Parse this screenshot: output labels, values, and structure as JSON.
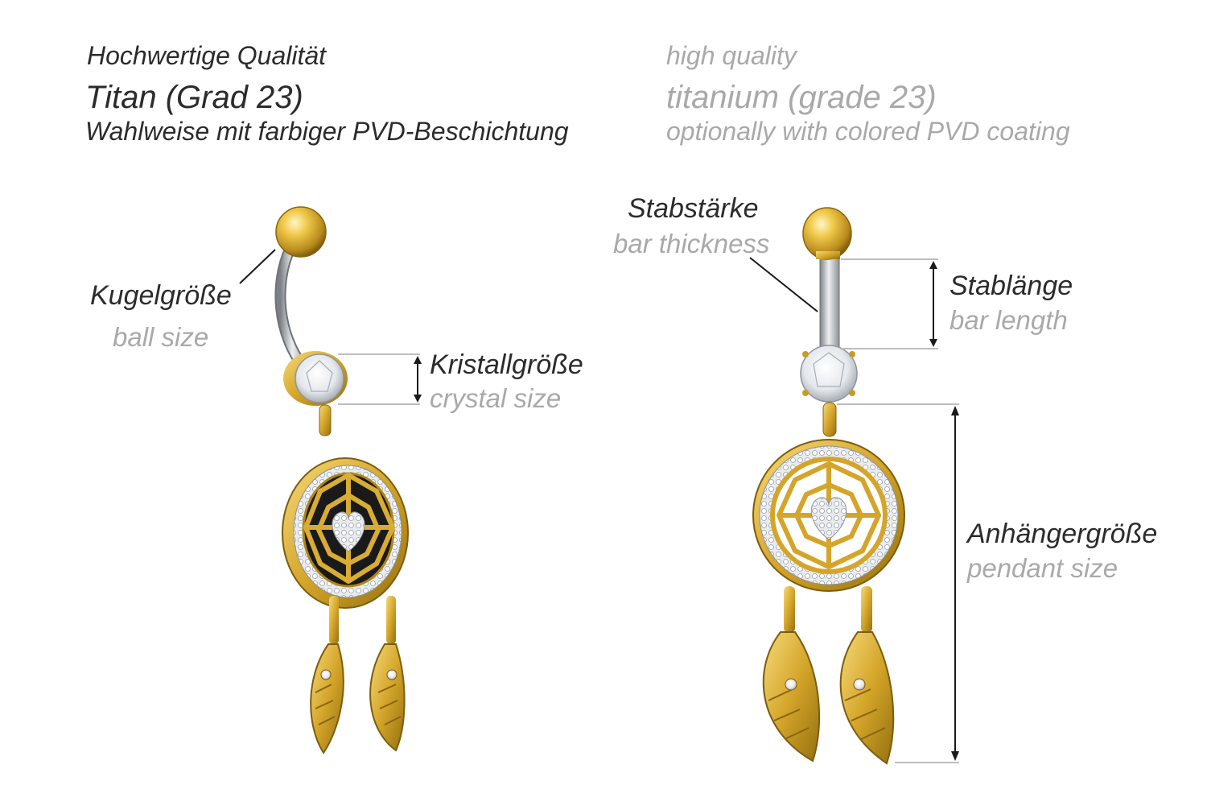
{
  "header": {
    "de": {
      "quality": "Hochwertige Qualität",
      "material": "Titan (Grad 23)",
      "coating": "Wahlweise mit farbiger PVD-Beschichtung"
    },
    "en": {
      "quality": "high quality",
      "material": "titanium (grade 23)",
      "coating": "optionally with colored PVD coating"
    }
  },
  "left_view": {
    "ball_size": {
      "de": "Kugelgröße",
      "en": "ball size"
    },
    "crystal_size": {
      "de": "Kristallgröße",
      "en": "crystal size"
    }
  },
  "right_view": {
    "bar_thickness": {
      "de": "Stabstärke",
      "en": "bar thickness"
    },
    "bar_length": {
      "de": "Stablänge",
      "en": "bar length"
    },
    "pendant_size": {
      "de": "Anhängergröße",
      "en": "pendant size"
    }
  },
  "colors": {
    "gold": "#d4a52a",
    "gold_dark": "#9a7214",
    "steel": "#b9bcc0",
    "crystal": "#eef1f4",
    "german_text": "#2b2b2b",
    "english_text": "#a9a9a9"
  }
}
